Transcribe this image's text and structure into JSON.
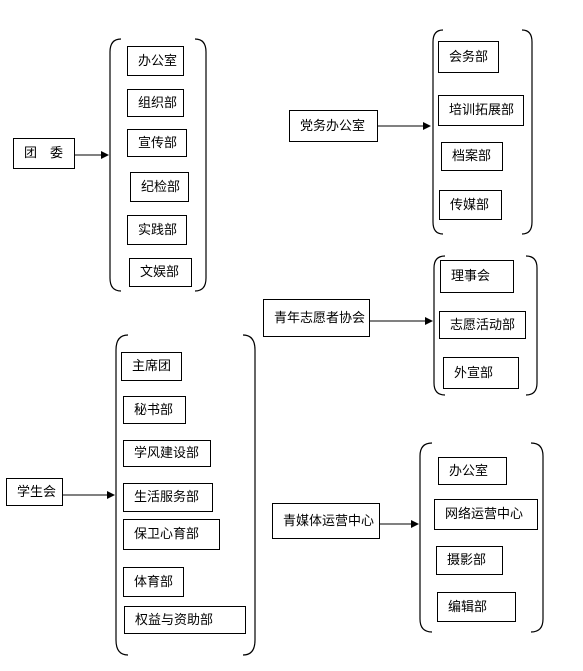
{
  "diagram": {
    "groups": [
      {
        "id": "tuanwei",
        "root": "团　委",
        "children": [
          "办公室",
          "组织部",
          "宣传部",
          "纪检部",
          "实践部",
          "文娱部"
        ]
      },
      {
        "id": "xueshenghui",
        "root": "学生会",
        "children": [
          "主席团",
          "秘书部",
          "学风建设部",
          "生活服务部",
          "保卫心育部",
          "体育部",
          "权益与资助部"
        ]
      },
      {
        "id": "dangwu",
        "root": "党务办公室",
        "children": [
          "会务部",
          "培训拓展部",
          "档案部",
          "传媒部"
        ]
      },
      {
        "id": "zhiyuanzhe",
        "root": "青年志愿者协会",
        "children": [
          "理事会",
          "志愿活动部",
          "外宣部"
        ]
      },
      {
        "id": "qingmeiti",
        "root": "青媒体运营中心",
        "children": [
          "办公室",
          "网络运营中心",
          "摄影部",
          "编辑部"
        ]
      }
    ]
  }
}
